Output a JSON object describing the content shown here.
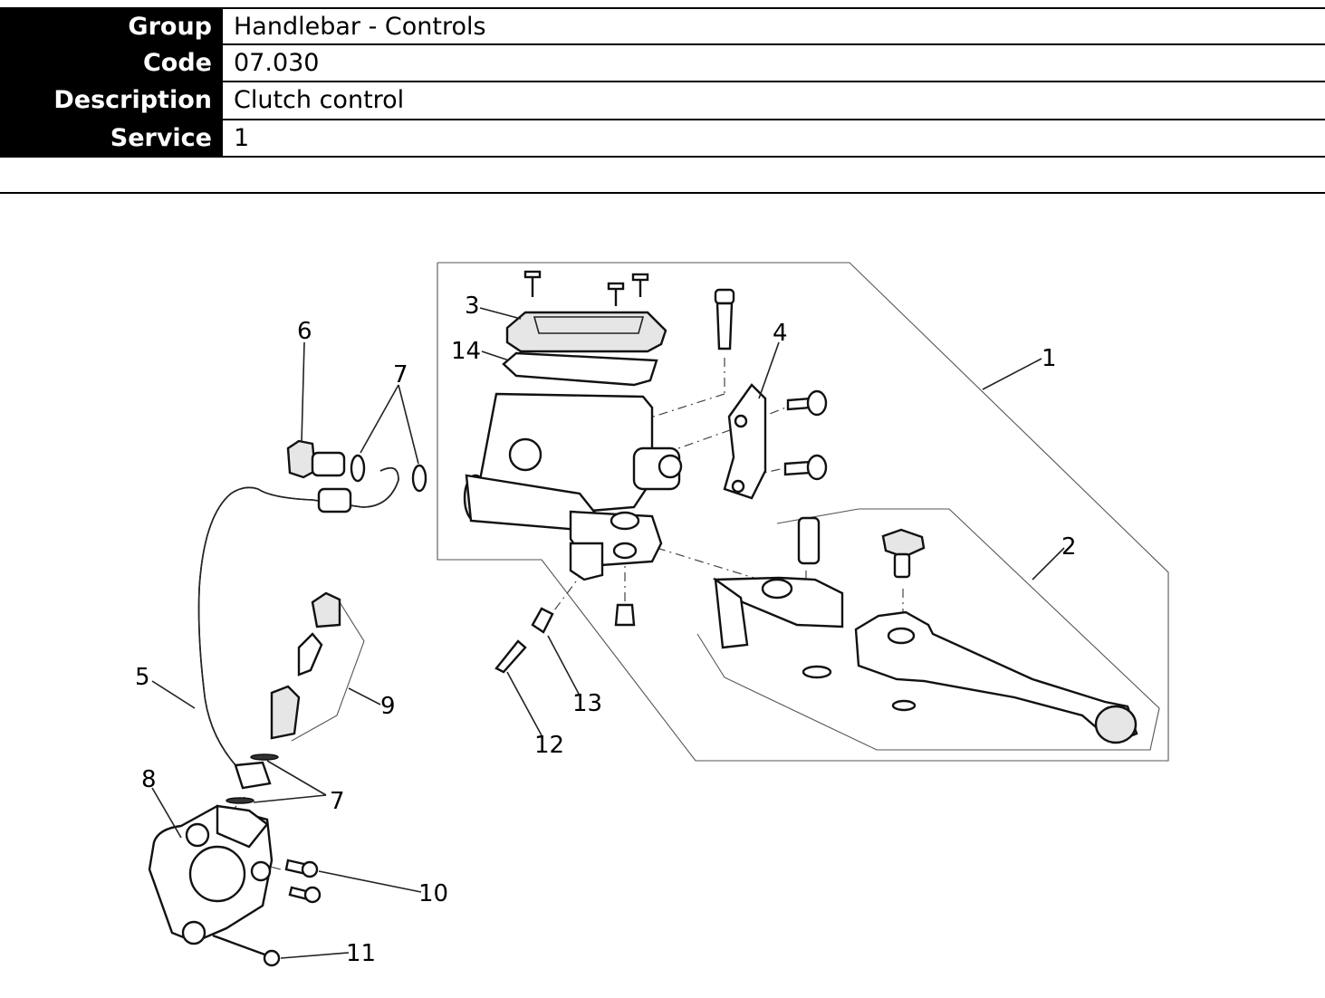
{
  "header": {
    "rows": [
      {
        "label": "Group",
        "value": "Handlebar - Controls"
      },
      {
        "label": "Code",
        "value": "07.030"
      },
      {
        "label": "Description",
        "value": "Clutch control"
      },
      {
        "label": "Service",
        "value": "1"
      }
    ]
  },
  "diagram": {
    "callouts": [
      "1",
      "2",
      "3",
      "4",
      "5",
      "6",
      "7",
      "7",
      "8",
      "9",
      "10",
      "11",
      "12",
      "13",
      "14"
    ]
  }
}
